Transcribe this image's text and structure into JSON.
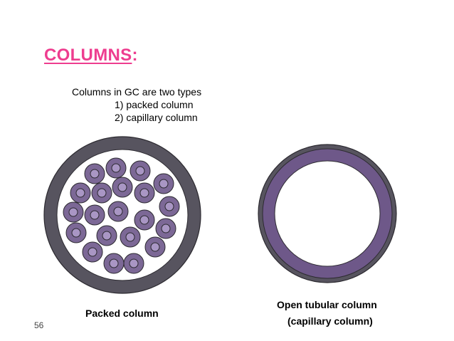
{
  "slide": {
    "title_word": "COLUMNS",
    "title_colon": ":",
    "intro": "Columns in GC are two types",
    "items": [
      "1)  packed column",
      "2) capillary column"
    ],
    "packed_caption": "Packed column",
    "open_caption_line1": "Open tubular column",
    "open_caption_line2": "(capillary column)",
    "slide_number": "56"
  },
  "colors": {
    "title": "#ee3d8f",
    "column_wall": "#57545f",
    "packing": "#7c6896",
    "packing_core": "#a996c4",
    "capillary_coating": "#6e5889"
  }
}
